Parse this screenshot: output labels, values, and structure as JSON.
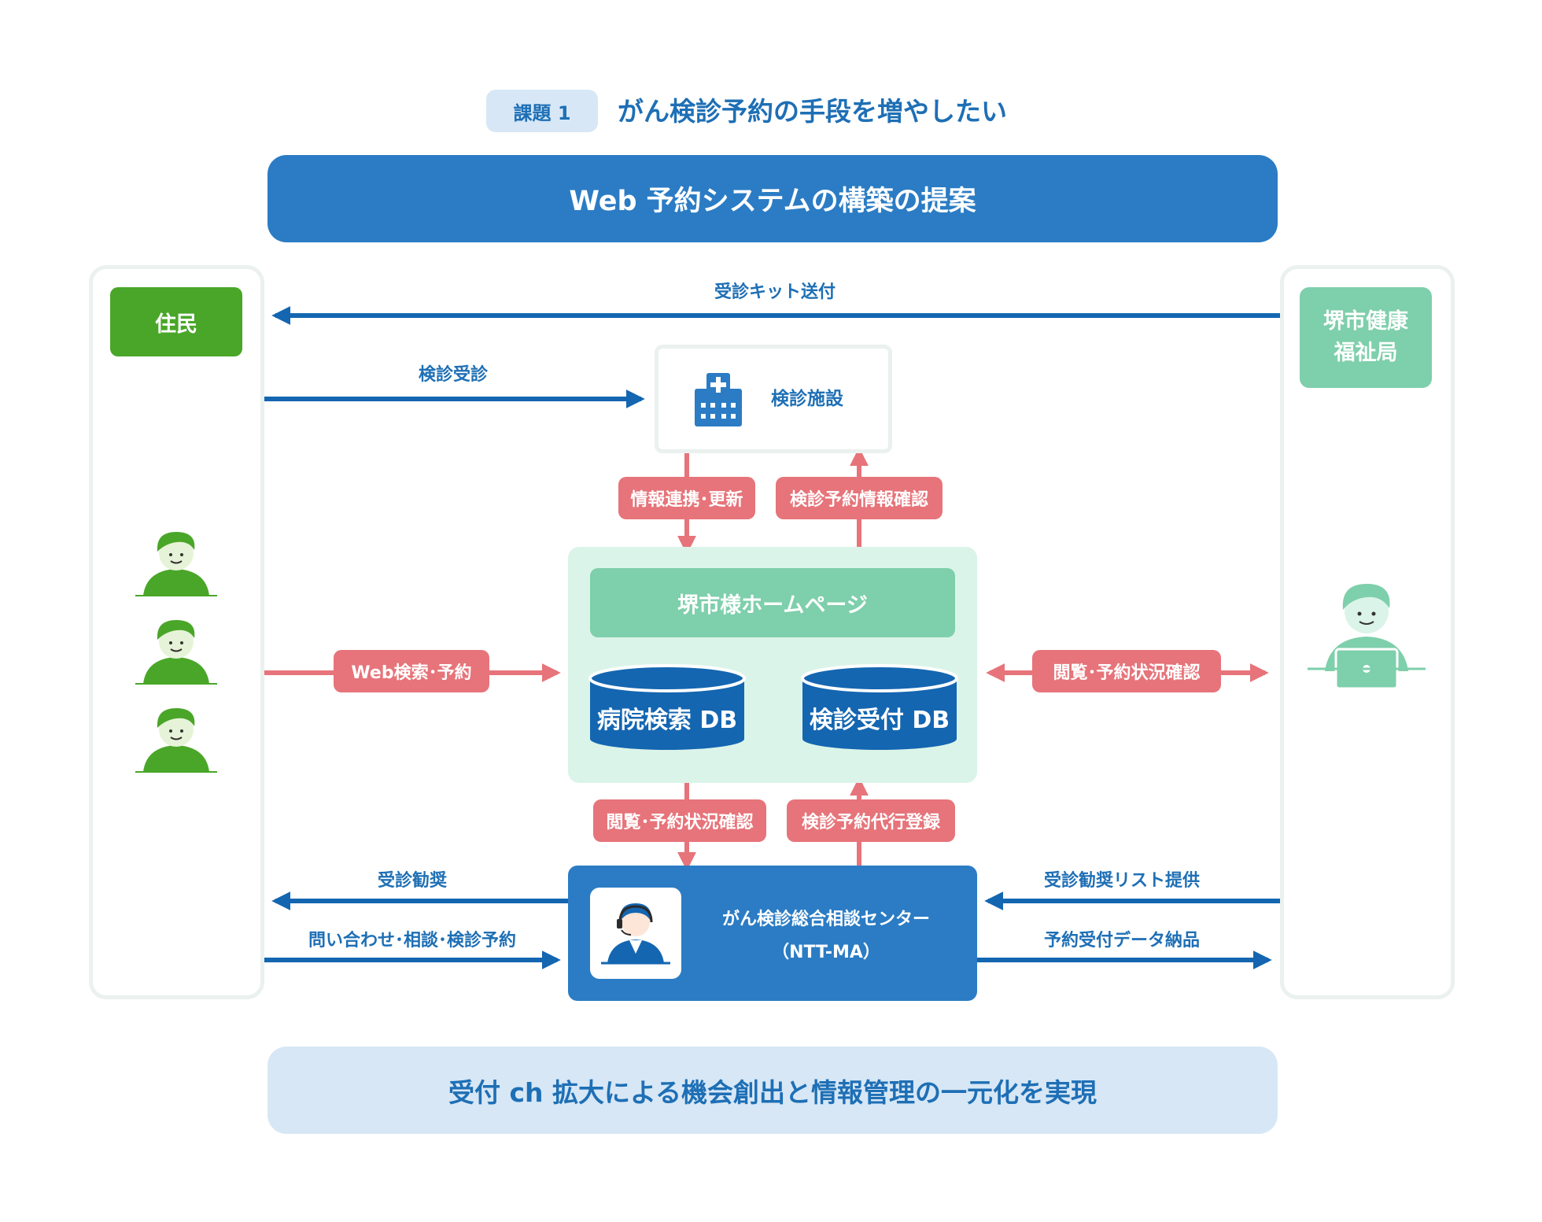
{
  "colors": {
    "primary_blue": "#2b7cc4",
    "arrow_blue": "#1466b1",
    "light_blue": "#d7e7f6",
    "coral": "#e6747a",
    "mint": "#7ecfab",
    "mint_light": "#dbf4e9",
    "green": "#4aa628",
    "frame": "#eaf1ef"
  },
  "header": {
    "badge": "課題 1",
    "title": "がん検診予約の手段を増やしたい"
  },
  "banner": {
    "text": "Web 予約システムの構築の提案"
  },
  "left_panel": {
    "label": "住民",
    "icon": "resident-person-icon"
  },
  "right_panel": {
    "label_line1": "堺市健康",
    "label_line2": "福祉局",
    "icon": "staff-laptop-icon"
  },
  "facility": {
    "label": "検診施設",
    "icon": "hospital-building-icon"
  },
  "homepage": {
    "title": "堺市様ホームページ"
  },
  "databases": {
    "hospital": "病院検索 DB",
    "reception": "検診受付 DB"
  },
  "center": {
    "line1": "がん検診総合相談センター",
    "line2": "（NTT-MA）",
    "icon": "operator-headset-icon"
  },
  "flows": {
    "kit": "受診キット送付",
    "exam": "検診受診",
    "info_sync": "情報連携･更新",
    "booking_check": "検診予約情報確認",
    "web_search": "Web検索･予約",
    "view_status_right": "閲覧･予約状況確認",
    "view_status_bottom": "閲覧･予約状況確認",
    "proxy_register": "検診予約代行登録",
    "encourage": "受診勧奨",
    "inquiry": "問い合わせ･相談･検診予約",
    "encourage_list": "受診勧奨リスト提供",
    "data_delivery": "予約受付データ納品"
  },
  "footer": {
    "text": "受付 ch 拡大による機会創出と情報管理の一元化を実現"
  }
}
